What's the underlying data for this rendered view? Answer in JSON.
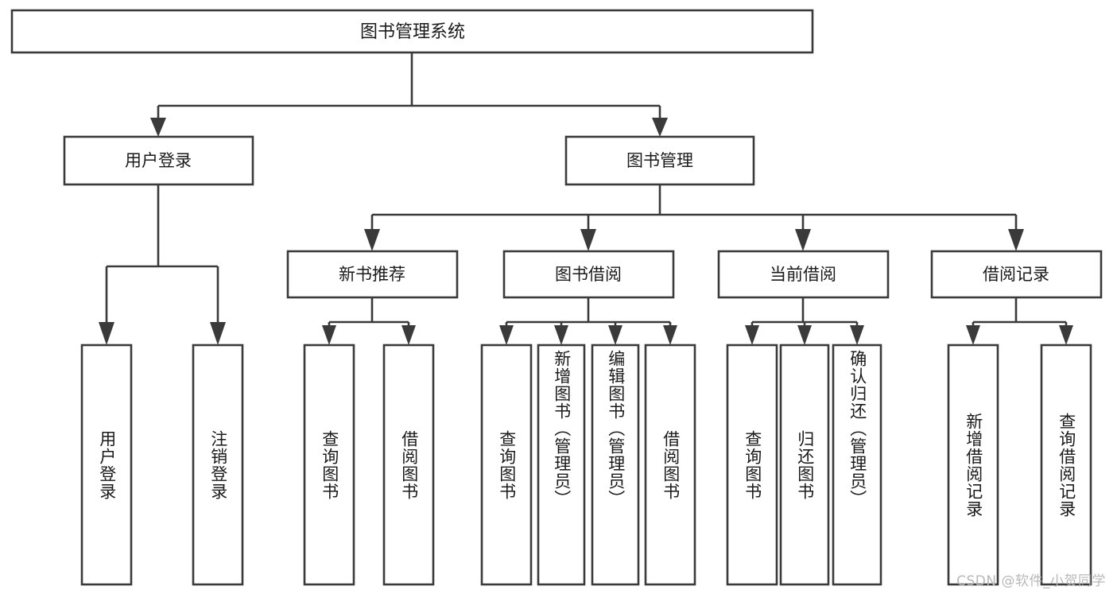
{
  "diagram": {
    "type": "tree",
    "title": "图书管理系统",
    "root": {
      "id": "root",
      "label": "图书管理系统"
    },
    "level1": [
      {
        "id": "user-login",
        "label": "用户登录"
      },
      {
        "id": "book-manage",
        "label": "图书管理"
      }
    ],
    "level2": [
      {
        "id": "new-book-recommend",
        "label": "新书推荐",
        "parent": "book-manage"
      },
      {
        "id": "book-borrow",
        "label": "图书借阅",
        "parent": "book-manage"
      },
      {
        "id": "current-borrow",
        "label": "当前借阅",
        "parent": "book-manage"
      },
      {
        "id": "borrow-record",
        "label": "借阅记录",
        "parent": "book-manage"
      }
    ],
    "leaves": {
      "user-login": [
        {
          "id": "leaf-user-login",
          "label": "用户登录"
        },
        {
          "id": "leaf-user-logout",
          "label": "注销登录"
        }
      ],
      "new-book-recommend": [
        {
          "id": "leaf-query-book-1",
          "label": "查询图书"
        },
        {
          "id": "leaf-borrow-book-1",
          "label": "借阅图书"
        }
      ],
      "book-borrow": [
        {
          "id": "leaf-query-book-2",
          "label": "查询图书"
        },
        {
          "id": "leaf-add-book",
          "label": "新增图书（管理员）"
        },
        {
          "id": "leaf-edit-book",
          "label": "编辑图书（管理员）"
        },
        {
          "id": "leaf-borrow-book-2",
          "label": "借阅图书"
        }
      ],
      "current-borrow": [
        {
          "id": "leaf-query-book-3",
          "label": "查询图书"
        },
        {
          "id": "leaf-return-book",
          "label": "归还图书"
        },
        {
          "id": "leaf-confirm-return",
          "label": "确认归还（管理员）"
        }
      ],
      "borrow-record": [
        {
          "id": "leaf-add-record",
          "label": "新增借阅记录"
        },
        {
          "id": "leaf-query-record",
          "label": "查询借阅记录"
        }
      ]
    }
  },
  "colors": {
    "stroke": "#3a3a3a",
    "box_fill": "#ffffff",
    "text": "#1a1a1a",
    "background": "#ffffff",
    "watermark": "#b8b8b8"
  },
  "watermark": {
    "text": "CSDN @软件_小贺同学"
  }
}
